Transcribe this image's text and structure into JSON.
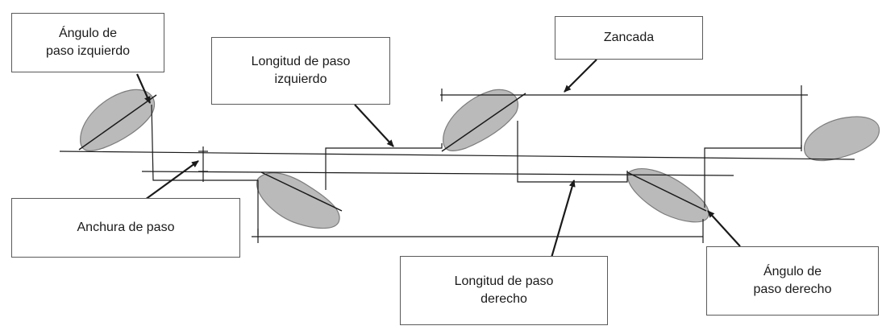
{
  "labels": {
    "left_step_angle": "Ángulo de\npaso izquierdo",
    "left_step_length": "Longitud de paso\nizquierdo",
    "stride": "Zancada",
    "step_width": "Anchura de paso",
    "right_step_length": "Longitud de paso\nderecho",
    "right_step_angle": "Ángulo de\npaso derecho"
  },
  "colors": {
    "line": "#1a1a1a",
    "footprint_fill": "#b3b3b3",
    "footprint_stroke": "#6e6e6e",
    "box_border": "#5a5a5a"
  }
}
